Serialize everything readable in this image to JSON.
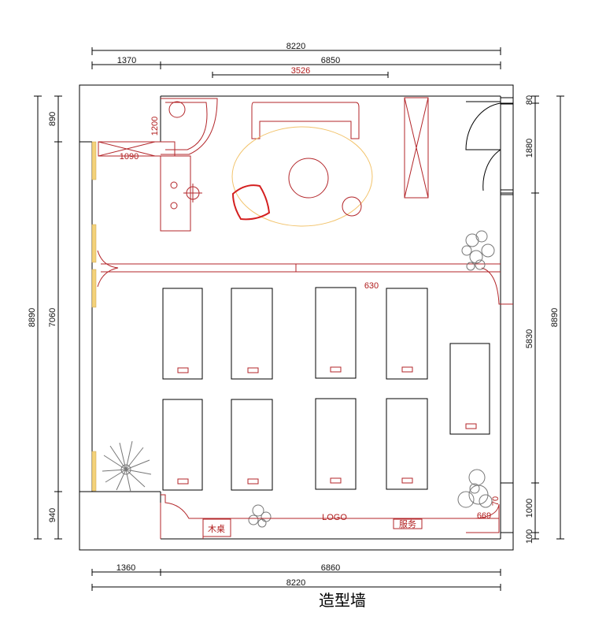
{
  "drawing": {
    "title": "造型墙",
    "top_dims": {
      "total": "8220",
      "left": "1370",
      "right": "6850",
      "inner": "3526"
    },
    "bottom_dims": {
      "total": "8220",
      "left": "1360",
      "right": "6860"
    },
    "left_dims": {
      "total": "8890",
      "top": "890",
      "middle": "7060",
      "bottom": "940"
    },
    "right_dims": {
      "total": "8890",
      "a": "80",
      "b": "1880",
      "c": "5830",
      "d": "1000",
      "e": "100"
    },
    "interior_labels": {
      "a": "1200",
      "b": "1090",
      "c": "630",
      "d": "669",
      "e": "70"
    },
    "bottom_cabinet_labels": {
      "left": "木桌",
      "middle": "LOGO",
      "right": "服务"
    }
  },
  "colors": {
    "wall": "#000000",
    "furniture": "#b3262a",
    "rug": "#f2c36b",
    "plant": "#777777"
  }
}
